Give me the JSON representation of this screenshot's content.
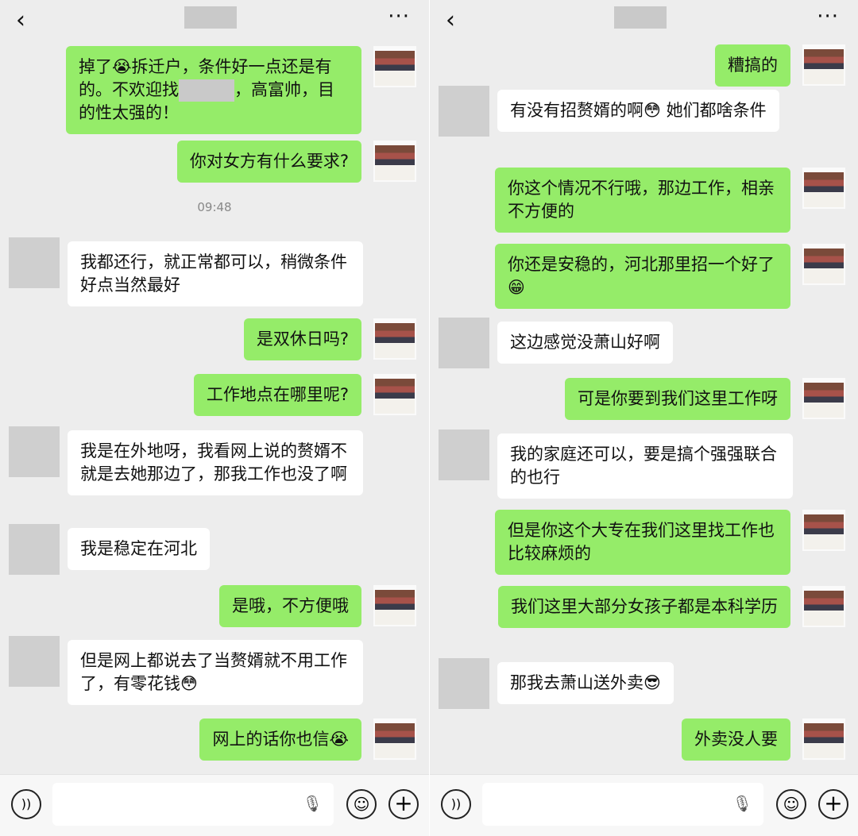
{
  "header": {
    "back_icon": "chevron-left-icon",
    "more_label": "···"
  },
  "input_bar": {
    "voice_icon": "voice-icon",
    "mic_icon": "mic-icon",
    "emoji_icon": "emoji-icon",
    "plus_icon": "plus-icon"
  },
  "panels": [
    {
      "time": "09:48",
      "messages": [
        {
          "side": "me",
          "text": "掉了😭拆迁户，条件好一点还是有的。不欢迎找",
          "text_after_blur": "，高富帅，目的性太强的！"
        },
        {
          "side": "me",
          "text": "你对女方有什么要求?"
        },
        {
          "side": "other",
          "text": "我都还行，就正常都可以，稍微条件好点当然最好"
        },
        {
          "side": "me",
          "text": "是双休日吗?"
        },
        {
          "side": "me",
          "text": "工作地点在哪里呢?"
        },
        {
          "side": "other",
          "text": "我是在外地呀，我看网上说的赘婿不就是去她那边了，那我工作也没了啊"
        },
        {
          "side": "other",
          "text": "我是稳定在河北"
        },
        {
          "side": "me",
          "text": "是哦，不方便哦"
        },
        {
          "side": "other",
          "text": "但是网上都说去了当赘婿就不用工作了，有零花钱😳"
        },
        {
          "side": "me",
          "text": "网上的话你也信😭"
        }
      ]
    },
    {
      "messages": [
        {
          "side": "me",
          "text": "糟搞的"
        },
        {
          "side": "other",
          "text": "有没有招赘婿的啊😳 她们都啥条件"
        },
        {
          "side": "me",
          "text": "你这个情况不行哦，那边工作，相亲不方便的"
        },
        {
          "side": "me",
          "text": "你还是安稳的，河北那里招一个好了😁"
        },
        {
          "side": "other",
          "text": "这边感觉没萧山好啊"
        },
        {
          "side": "me",
          "text": "可是你要到我们这里工作呀"
        },
        {
          "side": "other",
          "text": "我的家庭还可以，要是搞个强强联合的也行"
        },
        {
          "side": "me",
          "text": "但是你这个大专在我们这里找工作也比较麻烦的"
        },
        {
          "side": "me",
          "text": "我们这里大部分女孩子都是本科学历"
        },
        {
          "side": "other",
          "text": "那我去萧山送外卖😎"
        },
        {
          "side": "me",
          "text": "外卖没人要"
        }
      ]
    }
  ]
}
